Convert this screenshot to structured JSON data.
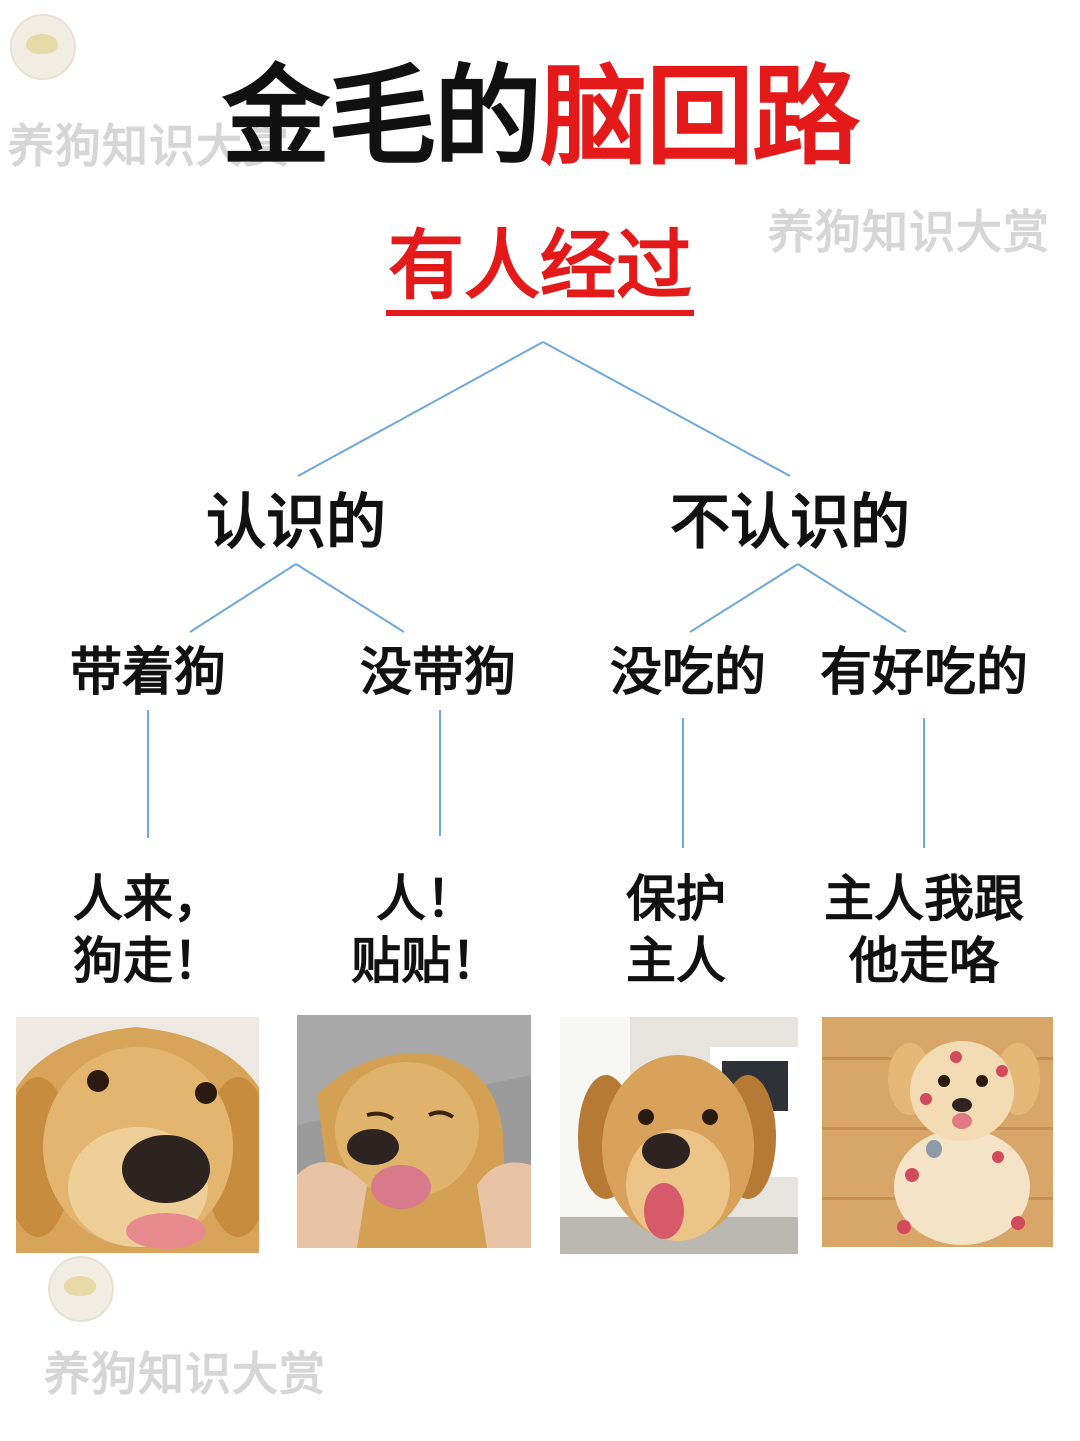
{
  "title": {
    "part1": "金毛的",
    "part2": "脑回路"
  },
  "root": "有人经过",
  "branches": [
    {
      "label": "认识的",
      "children": [
        {
          "label": "带着狗",
          "result": [
            "人来，",
            "狗走！"
          ]
        },
        {
          "label": "没带狗",
          "result": [
            "人！",
            "贴贴！"
          ]
        }
      ]
    },
    {
      "label": "不认识的",
      "children": [
        {
          "label": "没吃的",
          "result": [
            "保护",
            "主人"
          ]
        },
        {
          "label": "有好吃的",
          "result": [
            "主人我跟",
            "他走咯"
          ]
        }
      ]
    }
  ],
  "watermark": "养狗知识大赏",
  "colors": {
    "accent": "#e41a1a",
    "line": "#6fa8dc",
    "text": "#111111"
  }
}
